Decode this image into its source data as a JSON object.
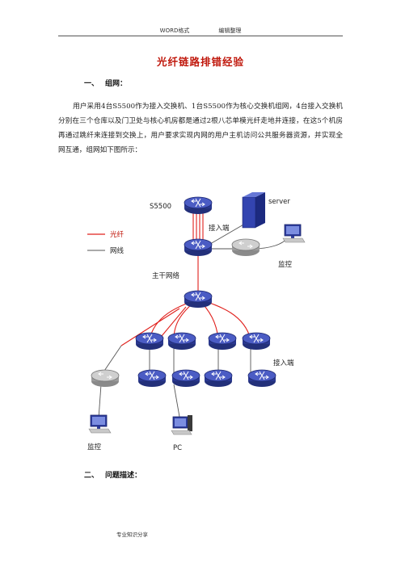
{
  "header": {
    "left": "WORD格式",
    "right": "编辑整理"
  },
  "title": "光纤链路排错经验",
  "section1": {
    "num": "一、",
    "label": "组网："
  },
  "paragraph": "用户采用4台S5500作为接入交换机、1台S5500作为核心交换机组网，4台接入交换机分别在三个仓库以及门卫处与核心机房都是通过2根八芯单模光纤走地井连接，在这5个机房再通过跳纤来连接到交换上，用户要求实现内网的用户主机访问公共服务器资源，并实现全网互通，组网如下图所示：",
  "diagram": {
    "label_s5500": "S5500",
    "label_server": "server",
    "label_access_top": "接入端",
    "label_access_right": "接入端",
    "label_backbone": "主干网络",
    "label_monitor_top": "监控",
    "label_monitor_bottom": "监控",
    "label_pc": "PC",
    "legend_fiber": "光纤",
    "legend_cable": "网线",
    "colors": {
      "fiber": "#e0201c",
      "cable": "#555555",
      "switch": "#3a4aa8",
      "switch_gray": "#b9b9b9"
    }
  },
  "section2": {
    "num": "二、",
    "label": "问题描述："
  },
  "footer": "专业知识分享"
}
